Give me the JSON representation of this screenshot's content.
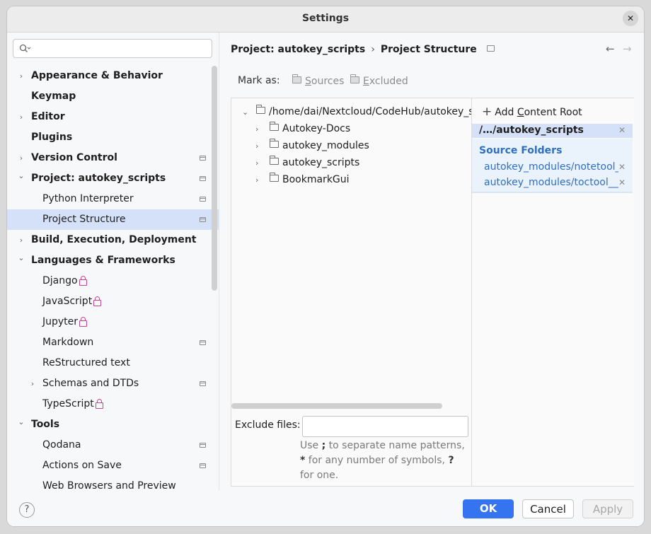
{
  "window": {
    "title": "Settings"
  },
  "sidebar": {
    "search_placeholder": "",
    "items": [
      {
        "label": "Appearance & Behavior",
        "bold": true,
        "chevron": "right"
      },
      {
        "label": "Keymap",
        "bold": true
      },
      {
        "label": "Editor",
        "bold": true,
        "chevron": "right"
      },
      {
        "label": "Plugins",
        "bold": true
      },
      {
        "label": "Version Control",
        "bold": true,
        "chevron": "right",
        "pin": true
      },
      {
        "label": "Project: autokey_scripts",
        "bold": true,
        "chevron": "down",
        "pin": true
      },
      {
        "label": "Python Interpreter",
        "pin": true
      },
      {
        "label": "Project Structure",
        "pin": true,
        "selected": true
      },
      {
        "label": "Build, Execution, Deployment",
        "bold": true,
        "chevron": "right"
      },
      {
        "label": "Languages & Frameworks",
        "bold": true,
        "chevron": "down"
      },
      {
        "label": "Django",
        "lock": true
      },
      {
        "label": "JavaScript",
        "lock": true
      },
      {
        "label": "Jupyter",
        "lock": true
      },
      {
        "label": "Markdown",
        "pin": true
      },
      {
        "label": "ReStructured text"
      },
      {
        "label": "Schemas and DTDs",
        "chevron": "right",
        "pin": true
      },
      {
        "label": "TypeScript",
        "lock": true
      },
      {
        "label": "Tools",
        "bold": true,
        "chevron": "down"
      },
      {
        "label": "Qodana",
        "pin": true
      },
      {
        "label": "Actions on Save",
        "pin": true
      },
      {
        "label": "Web Browsers and Preview"
      }
    ]
  },
  "main": {
    "breadcrumb": {
      "project": "Project: autokey_scripts",
      "separator": "›",
      "page": "Project Structure"
    },
    "mark_as": {
      "label": "Mark as:",
      "sources_first": "S",
      "sources_rest": "ources",
      "excluded_first": "E",
      "excluded_rest": "xcluded"
    },
    "tree": {
      "root": "/home/dai/Nextcloud/CodeHub/autokey_scripts",
      "children": [
        "Autokey-Docs",
        "autokey_modules",
        "autokey_scripts",
        "BookmarkGui"
      ]
    },
    "exclude": {
      "label": "Exclude files:",
      "value": "",
      "hint_1": "Use ",
      "hint_sep": ";",
      "hint_2": " to separate name patterns, ",
      "hint_star": "*",
      "hint_3": " for any number of symbols, ",
      "hint_q": "?",
      "hint_4": " for one."
    },
    "content_roots": {
      "add_pre": "Add ",
      "add_mnemonic": "C",
      "add_post": "ontent Root",
      "root": "/…/autokey_scripts",
      "source_title": "Source Folders",
      "source_items": [
        "autokey_modules/notetool_",
        "autokey_modules/toctool__"
      ]
    }
  },
  "footer": {
    "help": "?",
    "ok": "OK",
    "cancel": "Cancel",
    "apply": "Apply"
  },
  "colors": {
    "accent": "#3574f0",
    "selection": "#d5e1f8",
    "link": "#2f6ec1",
    "lock": "#c2458d"
  }
}
